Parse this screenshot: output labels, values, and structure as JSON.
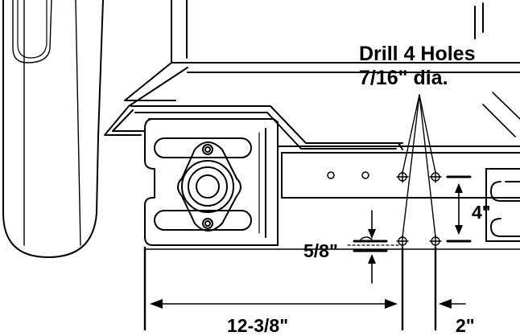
{
  "callout": {
    "line1": "Drill 4 Holes",
    "line2": "7/16\" dia."
  },
  "dimensions": {
    "hole_spacing_vertical": "4\"",
    "hole_offset": "5/8\"",
    "overall_offset": "12-3/8\"",
    "hole_spacing_horizontal": "2\""
  }
}
